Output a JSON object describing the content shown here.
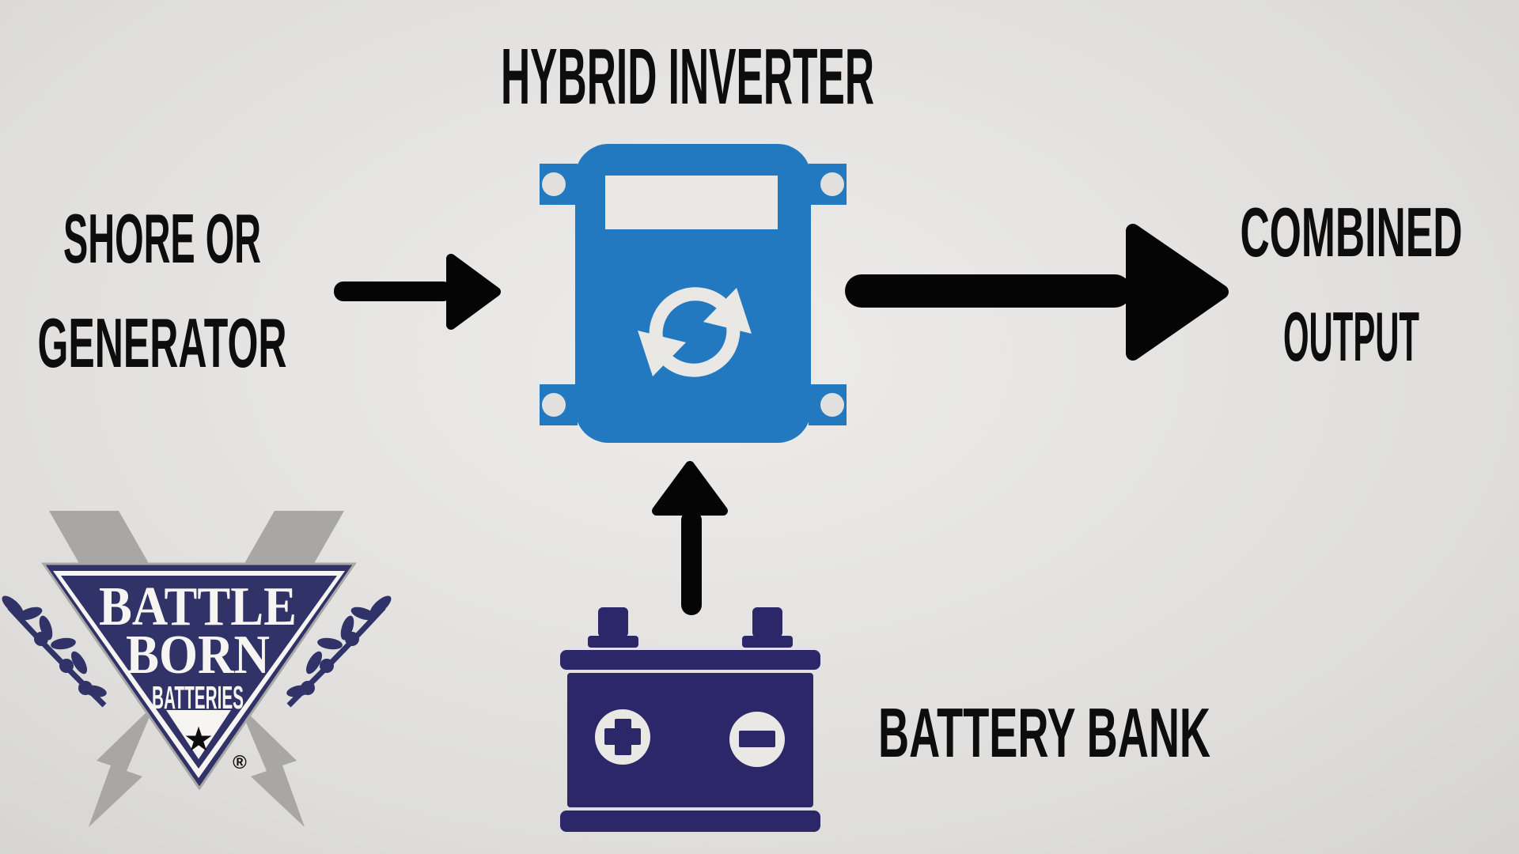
{
  "diagram": {
    "title": "HYBRID INVERTER",
    "source_left": {
      "line1": "SHORE OR",
      "line2": "GENERATOR"
    },
    "output_right": {
      "line1": "COMBINED",
      "line2": "OUTPUT"
    },
    "battery_label": "BATTERY BANK"
  },
  "logo": {
    "line1": "BATTLE",
    "line2": "BORN",
    "line3": "BATTERIES",
    "registered_mark": "®",
    "star_glyph": "★"
  },
  "icons": {
    "hybrid-inverter-icon": "blue wall inverter box with sync arrows",
    "sync-icon": "circular refresh arrows",
    "battery-icon": "navy battery with plus and minus terminals",
    "arrow-right-icon": "black right arrow",
    "arrow-up-icon": "black up arrow",
    "lightning-bolt-icon": "gray crossed lightning bolts",
    "olive-branch-icon": "navy laurel branch",
    "star-icon": "gray star"
  },
  "colors": {
    "bg-center": "#edecea",
    "bg-edge": "#bcbbb9",
    "text-black": "#0d0d0d",
    "arrow-black": "#050505",
    "inverter-blue": "#2379bf",
    "battery-navy": "#2b2768",
    "logo-navy": "#303268",
    "logo-gray": "#a8a7a5",
    "star-gray": "#9b9b9b",
    "cutout-white": "#eae8e5",
    "notch-gray": "#e2e0de",
    "logo-white": "#f7f5f2"
  }
}
